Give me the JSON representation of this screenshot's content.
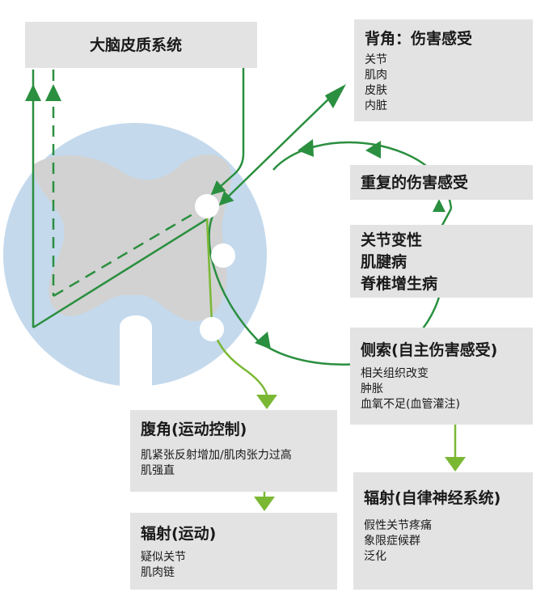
{
  "colors": {
    "dark_green": "#2a8f3f",
    "light_green": "#7ab834",
    "circle_blue": "#c4d9ec",
    "cord_gray": "#d2d2d2",
    "box_gray": "#e3e3e3"
  },
  "boxes": {
    "cortex": {
      "title": "大脑皮质系统"
    },
    "dorsal_horn": {
      "title": "背角：伤害感受",
      "items": [
        "关节",
        "肌肉",
        "皮肤",
        "内脏"
      ]
    },
    "repeated": {
      "title": "重复的伤害感受"
    },
    "conditions": {
      "items": [
        "关节变性",
        "肌腱病",
        "脊椎增生病"
      ]
    },
    "lateral": {
      "title": "侧索(自主伤害感受)",
      "items": [
        "相关组织改变",
        "肿胀",
        "血氧不足(血管灌注)"
      ]
    },
    "ventral": {
      "title": "腹角(运动控制)",
      "items": [
        "肌紧张反射增加/肌肉张力过高",
        "肌强直"
      ]
    },
    "motor_radiation": {
      "title": "辐射(运动)",
      "items": [
        "疑似关节",
        "肌肉链"
      ]
    },
    "autonomic_radiation": {
      "title": "辐射(自律神经系统)",
      "items": [
        "假性关节疼痛",
        "象限症候群",
        "泛化"
      ]
    }
  }
}
